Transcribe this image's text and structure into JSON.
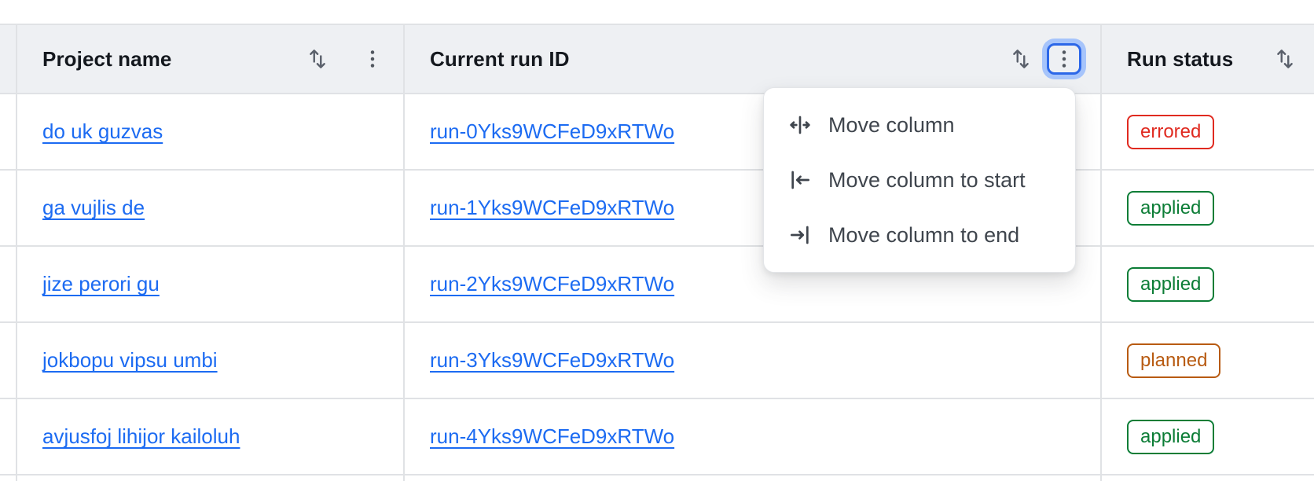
{
  "table": {
    "columns": [
      {
        "id": "project",
        "label": "Project name"
      },
      {
        "id": "run_id",
        "label": "Current run ID"
      },
      {
        "id": "status",
        "label": "Run status"
      }
    ],
    "rows": [
      {
        "project": "do uk guzvas",
        "run_id": "run-0Yks9WCFeD9xRTWo",
        "status": "errored"
      },
      {
        "project": "ga vujlis de",
        "run_id": "run-1Yks9WCFeD9xRTWo",
        "status": "applied"
      },
      {
        "project": "jize perori gu",
        "run_id": "run-2Yks9WCFeD9xRTWo",
        "status": "applied"
      },
      {
        "project": "jokbopu vipsu umbi",
        "run_id": "run-3Yks9WCFeD9xRTWo",
        "status": "planned"
      },
      {
        "project": "avjusfoj lihijor kailoluh",
        "run_id": "run-4Yks9WCFeD9xRTWo",
        "status": "applied"
      }
    ]
  },
  "context_menu": {
    "attached_to": "Current run ID",
    "items": [
      {
        "label": "Move column",
        "icon": "move-column-icon"
      },
      {
        "label": "Move column to start",
        "icon": "move-column-to-start-icon"
      },
      {
        "label": "Move column to end",
        "icon": "move-column-to-end-icon"
      }
    ]
  },
  "icons": {
    "sort": "sort-arrows-icon",
    "kebab": "kebab-menu-icon"
  },
  "colors": {
    "link": "#1c6bf2",
    "status_errored": "#e02a20",
    "status_applied": "#0c7d36",
    "status_planned": "#b85b12",
    "header_bg": "#eef0f3",
    "border": "#e0e2e5",
    "focus_ring_border": "#2c67e8",
    "focus_ring_outer": "#a6c4fb"
  }
}
